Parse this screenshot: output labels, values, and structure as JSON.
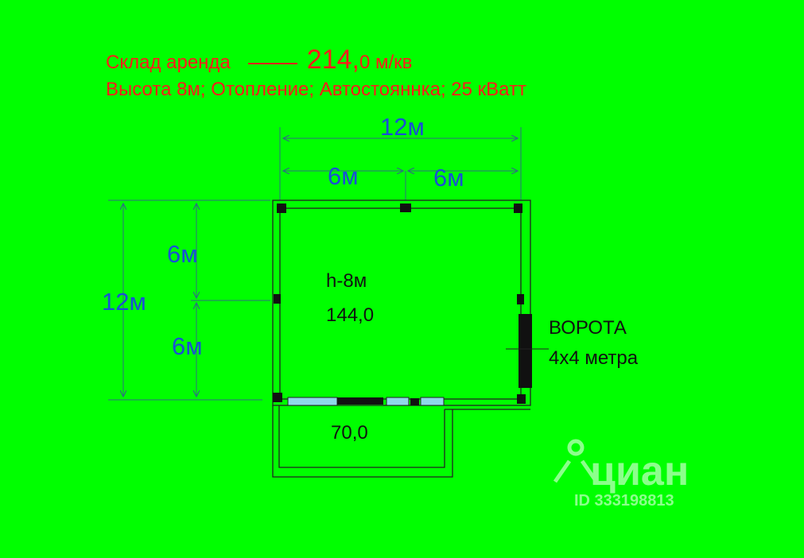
{
  "header": {
    "line1_part1": "Склад  аренда",
    "line1_price": "214,",
    "line1_unit": "0 м/кв",
    "line2": "Высота 8м; Отопление; Автостояннка; 25 кВатт"
  },
  "dimensions": {
    "top_total": "12м",
    "top_left": "6м",
    "top_right": "6м",
    "left_total": "12м",
    "left_upper": "6м",
    "left_lower": "6м"
  },
  "rooms": {
    "main_height": "h-8м",
    "main_area": "144,0",
    "annex_area": "70,0"
  },
  "gate": {
    "title": "ВОРОТА",
    "size": "4х4 метра"
  },
  "watermark": {
    "brand": "циан",
    "id": "ID 333198813"
  },
  "colors": {
    "background": "#00ff00",
    "header_text": "#ff1a1a",
    "dimension_text": "#1a4fd6",
    "window": "#8fd8ea"
  }
}
